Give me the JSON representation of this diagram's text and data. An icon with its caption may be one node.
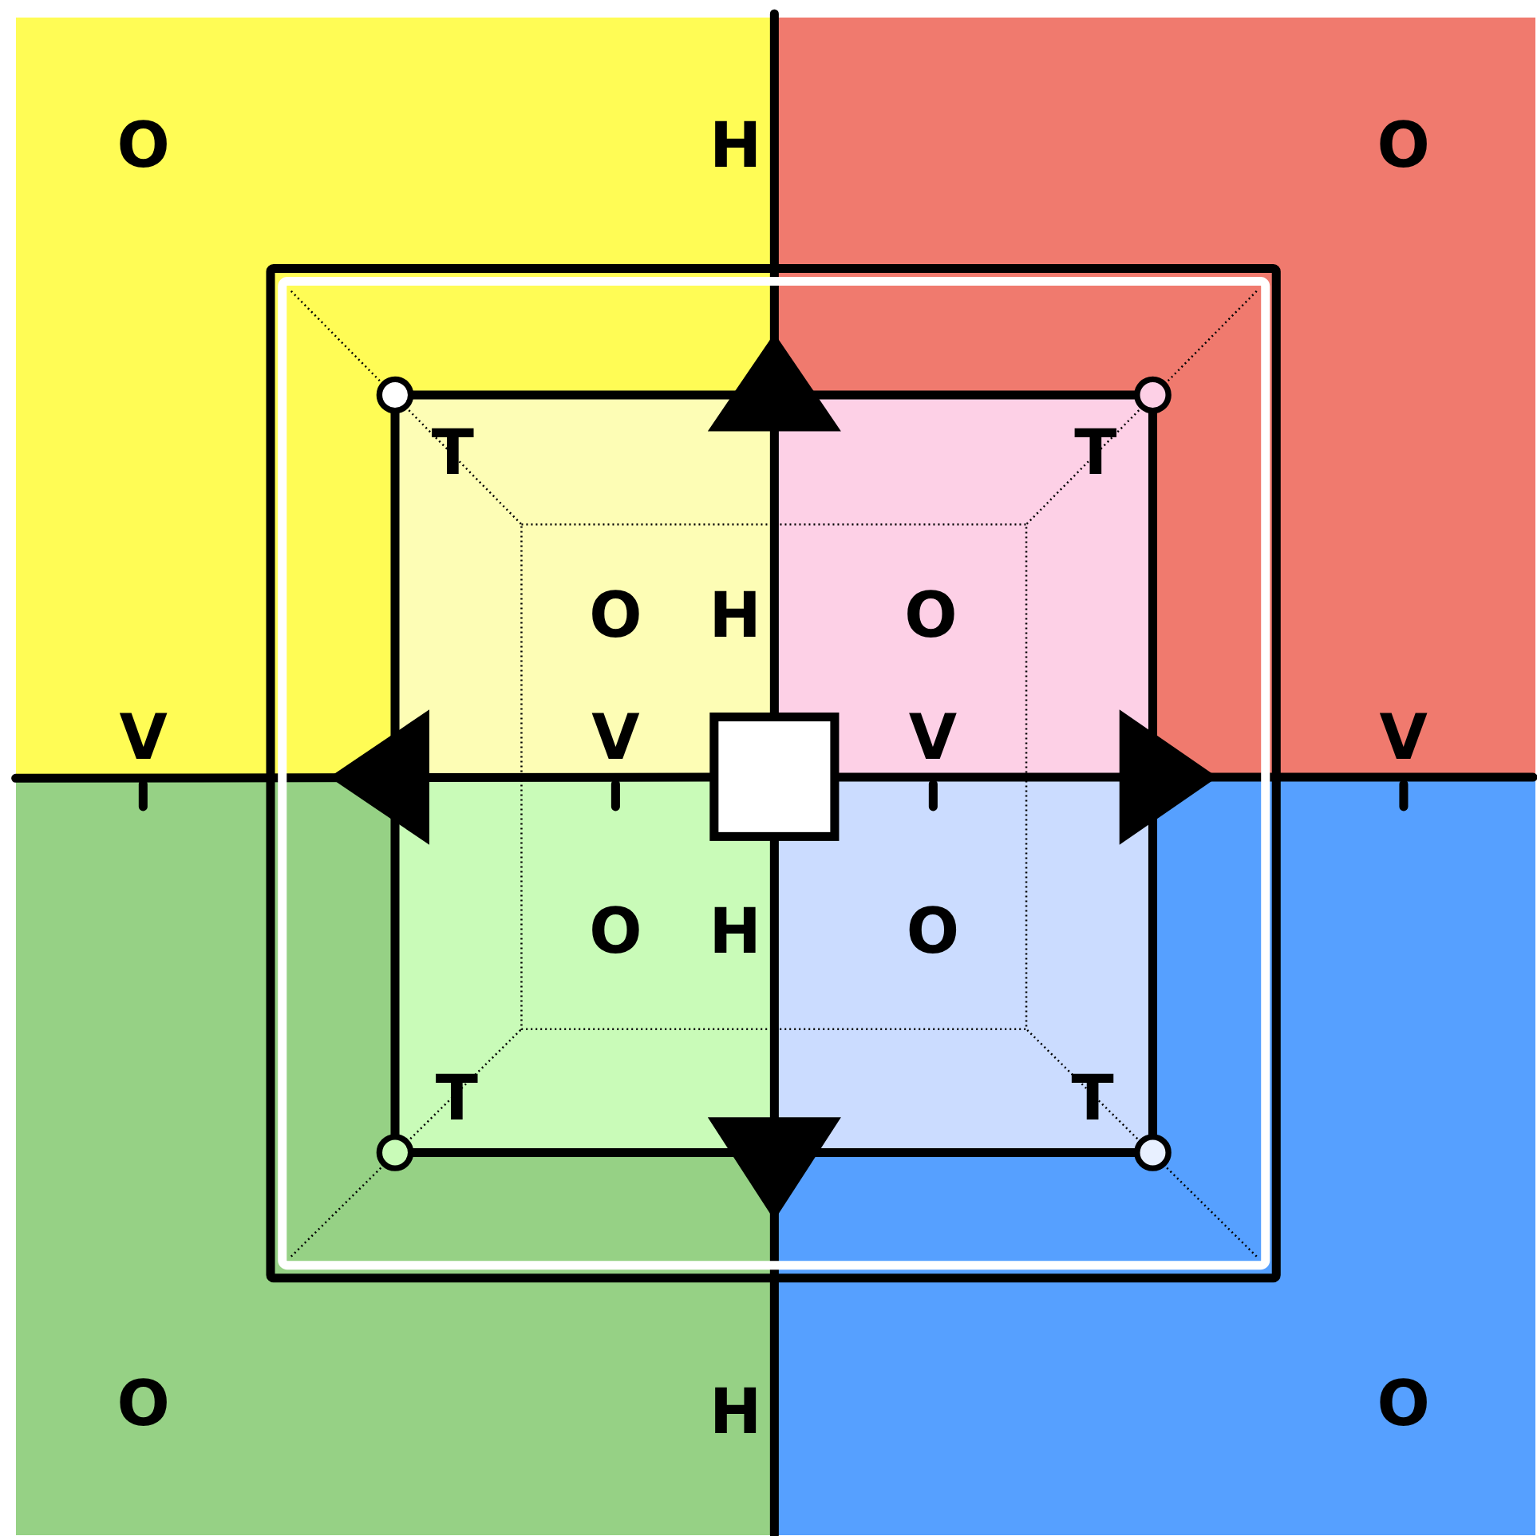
{
  "diagram": {
    "nodes": [
      {
        "text": [
          "O",
          "H",
          "V"
        ]
      },
      {
        "text": [
          "O",
          "V"
        ]
      },
      {
        "text": [
          "O",
          "H"
        ]
      },
      {
        "text": [
          "O"
        ]
      },
      {
        "text": [
          "T",
          "O",
          "H",
          "V"
        ],
        "in": 0
      },
      {
        "text": [
          "T",
          "O",
          "V"
        ],
        "in": 1
      },
      {
        "text": [
          "O",
          "H",
          "T"
        ],
        "in": 2
      },
      {
        "text": [
          "O",
          "T"
        ],
        "in": 3
      },
      {
        "text": [],
        "shape": "box"
      }
    ]
  }
}
